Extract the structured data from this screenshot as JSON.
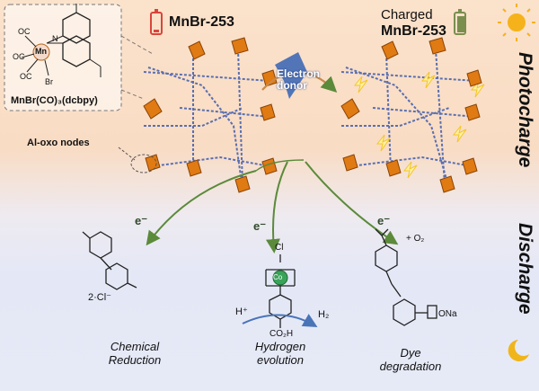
{
  "title_left": "MnBr-253",
  "title_right_line1": "Charged",
  "title_right_line2": "MnBr-253",
  "donor": "Electron\ndonor",
  "node_label": "Al-oxo nodes",
  "complex_label": "MnBr(CO)₃(dcbpy)",
  "complex_atoms": {
    "co1": "OC",
    "co2": "OC",
    "co3": "OC",
    "mn": "Mn",
    "br": "Br",
    "n": "N"
  },
  "side_top": "Photocharge",
  "side_bottom": "Discharge",
  "electron": "e⁻",
  "captions": {
    "chem": "Chemical\nReduction",
    "hydrogen": "Hydrogen\nevolution",
    "dye": "Dye\ndegradation"
  },
  "molecules": {
    "viologen_counter": "2·Cl⁻",
    "hplus": "H⁺",
    "h2": "H₂",
    "cl": "Cl",
    "co": "Co",
    "co2h": "CO₂H",
    "o2": "+ O₂",
    "na": "ONa"
  },
  "colors": {
    "battery_empty": "#d9453b",
    "battery_full": "#7a8f4e",
    "node": "#e07a12",
    "arrow": "#5b8a3a",
    "sun": "#f6b21a",
    "moon": "#f0b51a"
  }
}
